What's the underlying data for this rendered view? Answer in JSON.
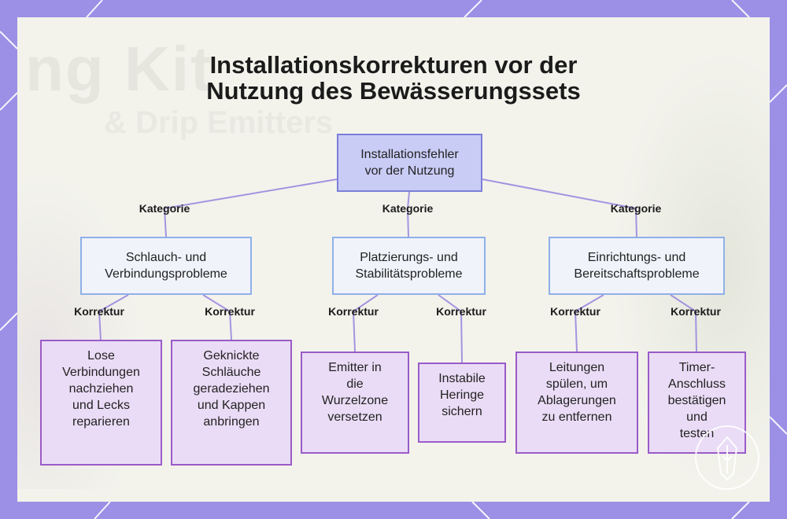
{
  "title": {
    "line1": "Installationskorrekturen vor der",
    "line2": "Nutzung des Bewässerungssets"
  },
  "background_photo_text": {
    "main": "ng Kit",
    "sub": "& Drip Emitters"
  },
  "colors": {
    "frame": "#9b8fe6",
    "root_fill": "#c9ccf5",
    "category_border": "#8fb0e8",
    "fix_fill": "#eadcf6",
    "fix_border": "#9a5bc8",
    "edge": "#a593e0"
  },
  "diagram": {
    "root": {
      "lines": [
        "Installationsfehler",
        "vor der Nutzung"
      ]
    },
    "category_edge_label": "Kategorie",
    "fix_edge_label": "Korrektur",
    "categories": [
      {
        "lines": [
          "Schlauch- und",
          "Verbindungsprobleme"
        ],
        "fixes": [
          {
            "lines": [
              "Lose",
              "Verbindungen",
              "nachziehen",
              "und Lecks",
              "reparieren"
            ]
          },
          {
            "lines": [
              "Geknickte",
              "Schläuche",
              "geradeziehen",
              "und Kappen",
              "anbringen"
            ]
          }
        ]
      },
      {
        "lines": [
          "Platzierungs- und",
          "Stabilitätsprobleme"
        ],
        "fixes": [
          {
            "lines": [
              "Emitter in",
              "die",
              "Wurzelzone",
              "versetzen"
            ]
          },
          {
            "lines": [
              "Instabile",
              "Heringe",
              "sichern"
            ]
          }
        ]
      },
      {
        "lines": [
          "Einrichtungs- und",
          "Bereitschaftsprobleme"
        ],
        "fixes": [
          {
            "lines": [
              "Leitungen",
              "spülen, um",
              "Ablagerungen",
              "zu entfernen"
            ]
          },
          {
            "lines": [
              "Timer-",
              "Anschluss",
              "bestätigen",
              "und",
              "testen"
            ]
          }
        ]
      }
    ]
  },
  "logo_icon": "leaf-shield-icon"
}
